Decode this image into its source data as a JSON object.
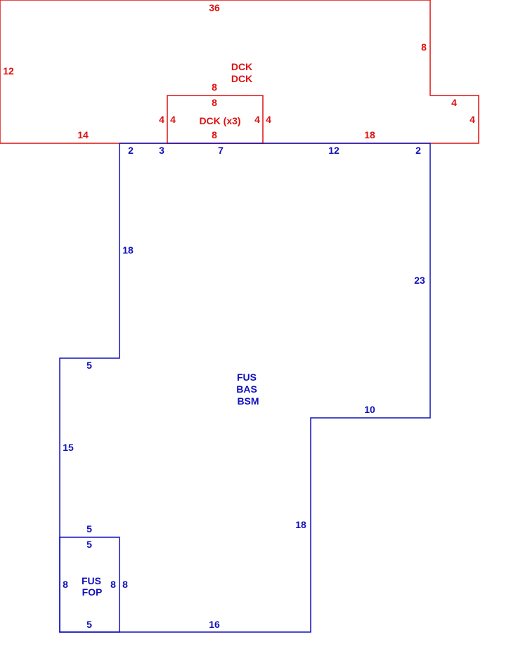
{
  "colors": {
    "deck": "#dd1111",
    "house": "#1111bb"
  },
  "deck": {
    "dims": {
      "top": "36",
      "left": "12",
      "right": "8",
      "step_top": "4",
      "step_right": "4",
      "bottom_left": "14",
      "bottom_right": "18",
      "sub_top_outer": "8",
      "sub_top_inner": "8",
      "sub_bottom": "8",
      "sub_left_outer": "4",
      "sub_left_inner": "4",
      "sub_right_inner": "4",
      "sub_right_outer": "4"
    },
    "area_lines": [
      "DCK",
      "DCK"
    ],
    "sub_area": "DCK (x3)"
  },
  "house": {
    "dims": {
      "top_a": "2",
      "top_b": "3",
      "top_c": "7",
      "top_d": "12",
      "top_e": "2",
      "left_upper": "18",
      "right_upper": "23",
      "notch_left": "5",
      "left_lower": "15",
      "notch_right": "10",
      "right_lower": "18",
      "bottom": "16"
    },
    "area_lines": [
      "FUS",
      "BAS",
      "BSM"
    ]
  },
  "porch": {
    "dims": {
      "top_outer": "5",
      "top_inner": "5",
      "left": "8",
      "right_inner": "8",
      "right_outer": "8",
      "bottom": "5"
    },
    "area_lines": [
      "FUS",
      "FOP"
    ]
  }
}
